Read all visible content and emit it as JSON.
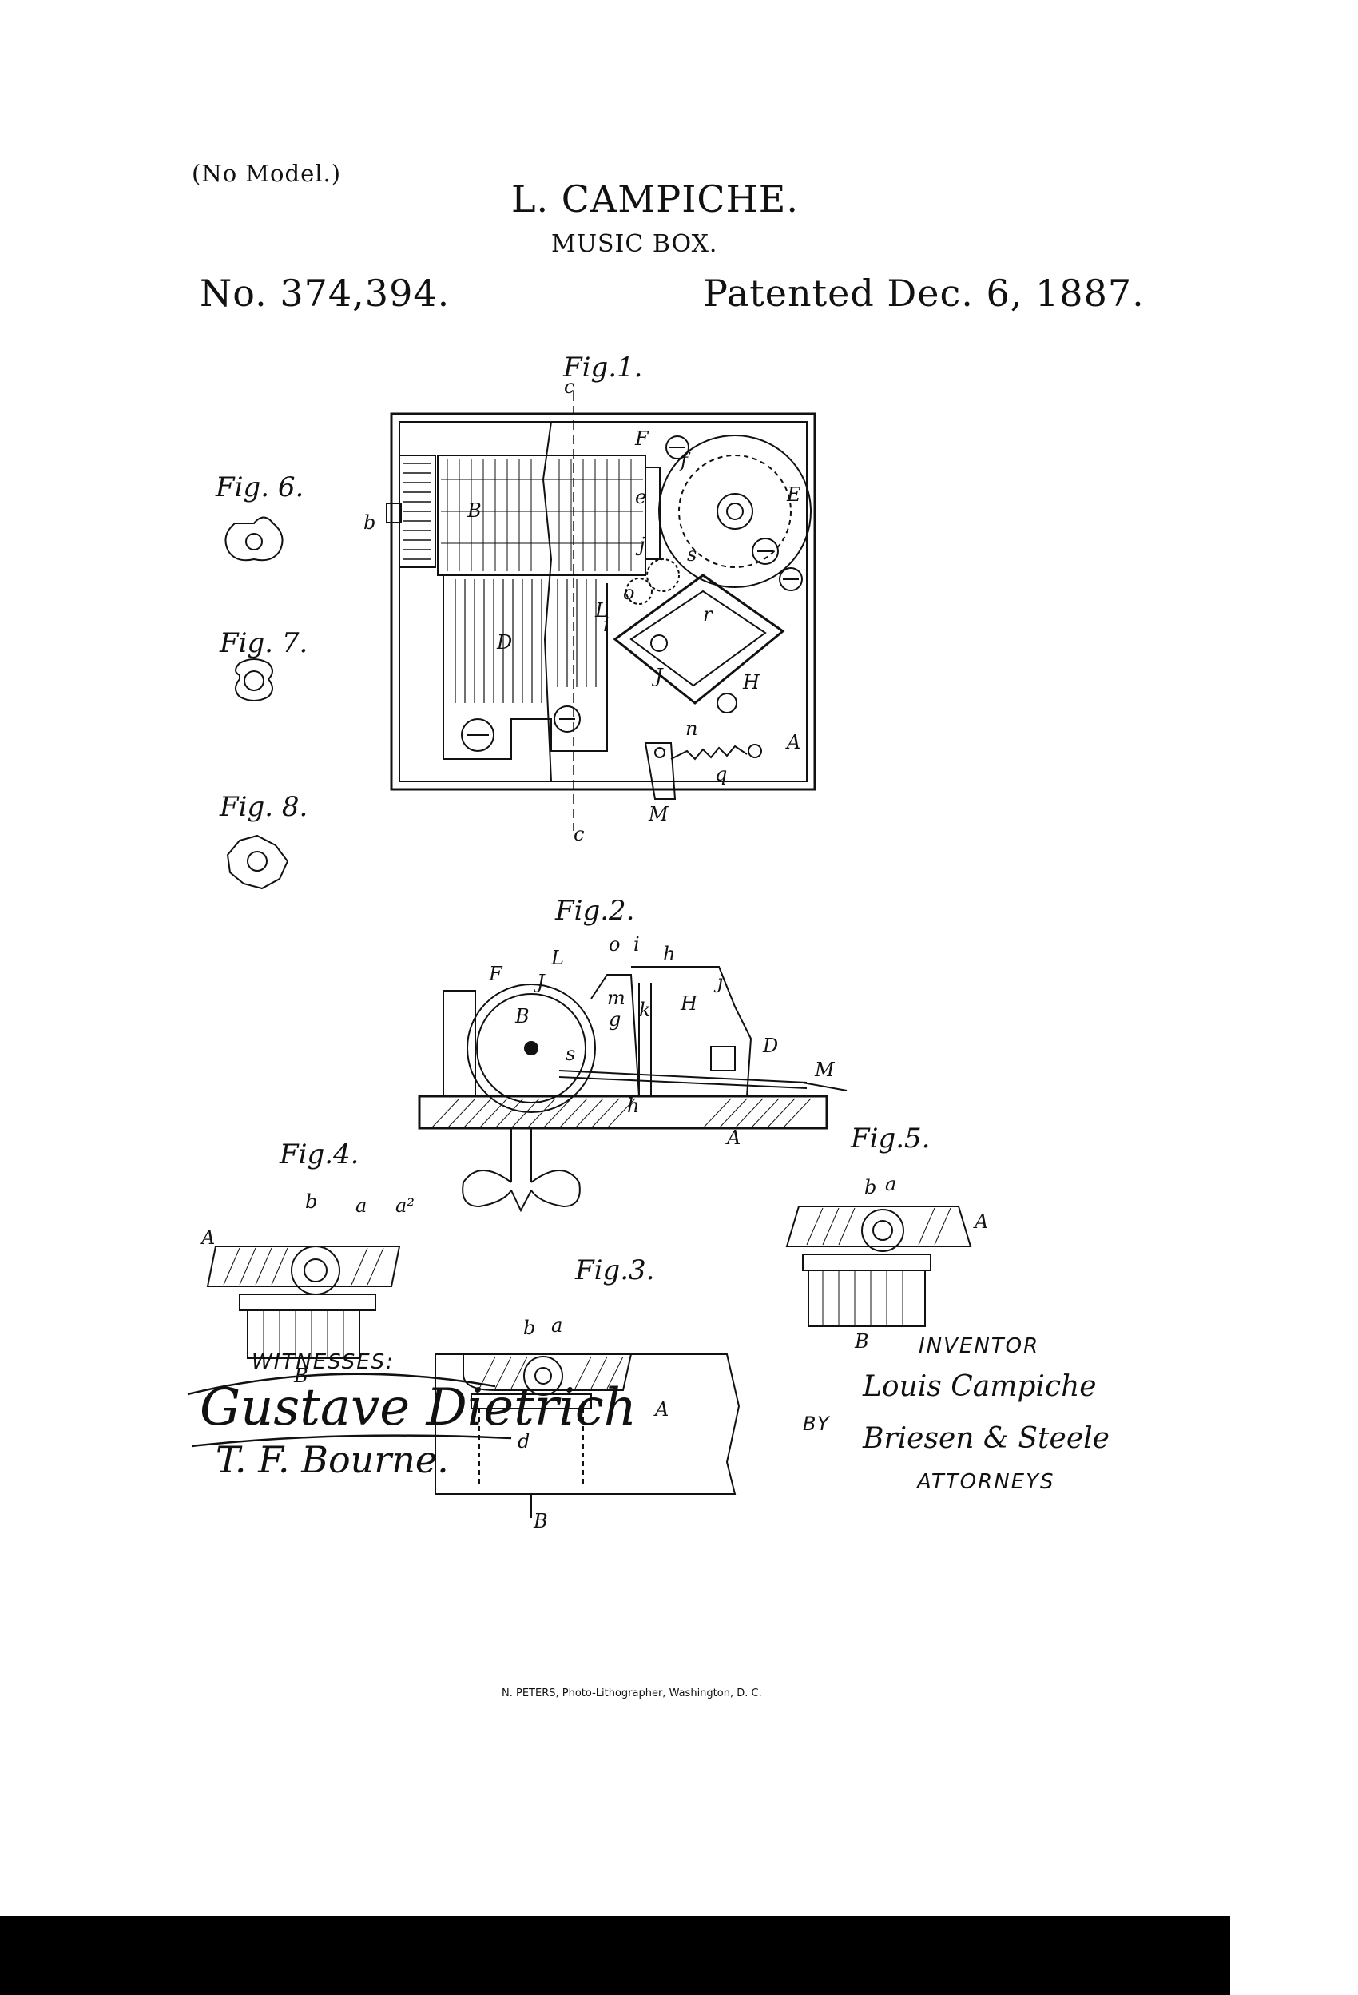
{
  "header": {
    "no_model": "(No Model.)",
    "inventor": "L. CAMPICHE.",
    "title": "MUSIC BOX.",
    "patent_no": "No. 374,394.",
    "patented": "Patented Dec. 6, 1887."
  },
  "figures": {
    "fig1": "Fig.1.",
    "fig2": "Fig.2.",
    "fig3": "Fig.3.",
    "fig4": "Fig.4.",
    "fig5": "Fig.5.",
    "fig6": "Fig. 6.",
    "fig7": "Fig. 7.",
    "fig8": "Fig. 8."
  },
  "fig1_letters": {
    "c_top": "c",
    "c_bottom": "c",
    "F": "F",
    "f": "f",
    "E": "E",
    "e": "e",
    "b": "b",
    "B": "B",
    "j": "j",
    "s": "s",
    "o": "o",
    "L": "L",
    "i": "i",
    "r": "r",
    "D": "D",
    "J": "J",
    "H": "H",
    "n": "n",
    "A": "A",
    "q": "q",
    "M": "M"
  },
  "fig2_letters": {
    "o": "o",
    "i": "i",
    "h": "h",
    "L": "L",
    "F": "F",
    "J": "J",
    "j": "j",
    "m": "m",
    "k": "k",
    "H": "H",
    "B": "B",
    "g": "g",
    "s": "s",
    "D": "D",
    "M": "M",
    "A": "A",
    "h2": "h"
  },
  "fig3_letters": {
    "b": "b",
    "a": "a",
    "A": "A",
    "d": "d",
    "B": "B"
  },
  "fig4_letters": {
    "b": "b",
    "a": "a",
    "a2": "a²",
    "A": "A",
    "B": "B"
  },
  "fig5_letters": {
    "b": "b",
    "a": "a",
    "A": "A",
    "B": "B"
  },
  "signatures": {
    "witnesses_label": "WITNESSES:",
    "witness1": "Gustave Dietrich",
    "witness2": "T. F. Bourne.",
    "inventor_label": "INVENTOR",
    "inventor_sig": "Louis Campiche",
    "by": "BY",
    "attorneys_sig": "Briesen & Steele",
    "attorneys_label": "ATTORNEYS"
  },
  "footer": "N. PETERS, Photo-Lithographer, Washington, D. C."
}
